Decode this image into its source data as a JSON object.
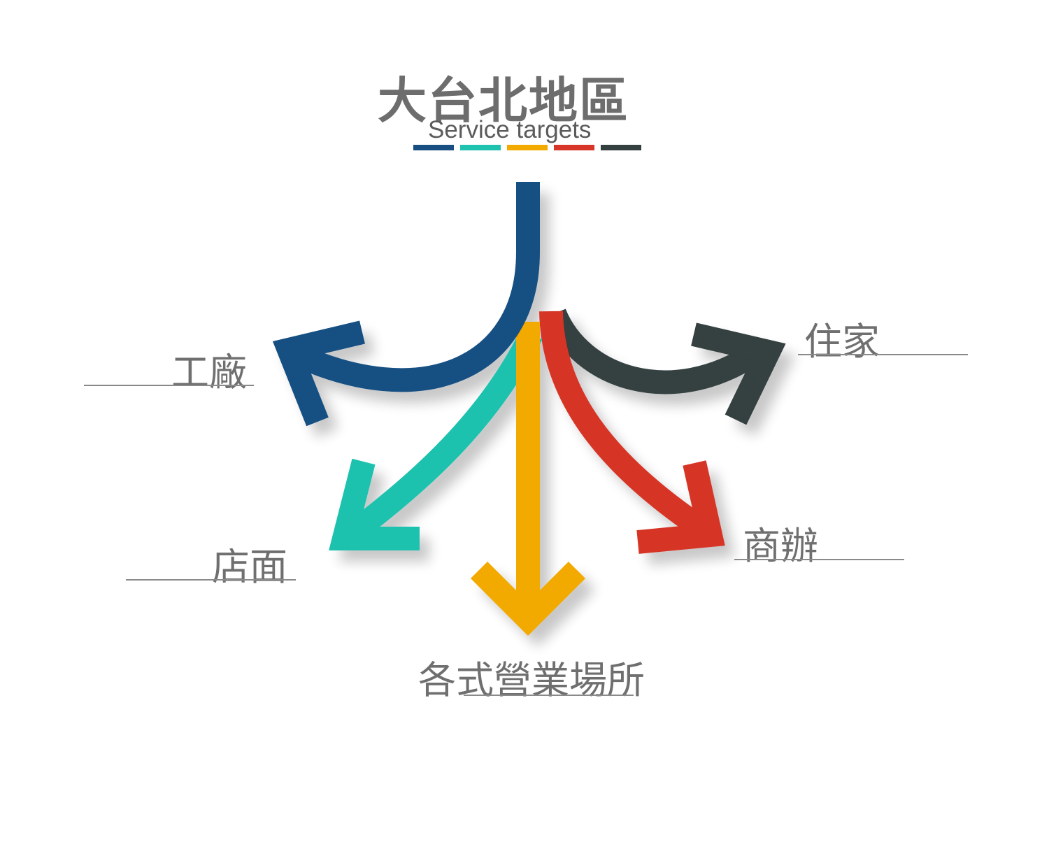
{
  "header": {
    "title": "大台北地區",
    "subtitle": "Service targets",
    "bar_colors": [
      "#174f82",
      "#1fc2ae",
      "#f2a900",
      "#d63527",
      "#343f3f"
    ]
  },
  "targets": [
    {
      "label": "工廠",
      "color": "#174f82"
    },
    {
      "label": "店面",
      "color": "#1fc2ae"
    },
    {
      "label": "各式營業場所",
      "color": "#f2a900"
    },
    {
      "label": "商辦",
      "color": "#d63527"
    },
    {
      "label": "住家",
      "color": "#343f3f"
    }
  ]
}
